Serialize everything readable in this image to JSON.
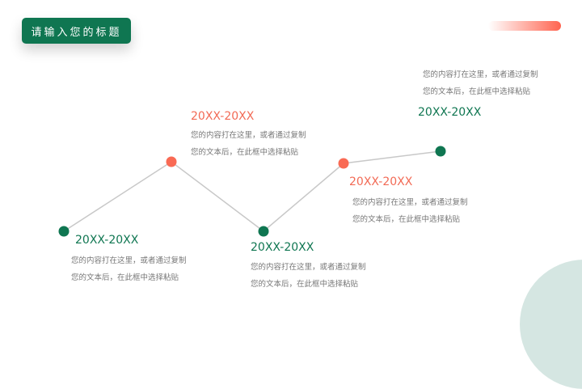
{
  "header": {
    "title": "请输入您的标题"
  },
  "colors": {
    "primary_green": "#0f7651",
    "accent_orange": "#f96a54",
    "deco_circle": "#d5e6e2",
    "line": "#c8c8c8"
  },
  "timeline": [
    {
      "label": "20XX-20XX",
      "color": "green",
      "line1": "您的内容打在这里，或者通过复制",
      "line2": "您的文本后，在此框中选择粘贴"
    },
    {
      "label": "20XX-20XX",
      "color": "orange",
      "line1": "您的内容打在这里，或者通过复制",
      "line2": "您的文本后，在此框中选择粘贴"
    },
    {
      "label": "20XX-20XX",
      "color": "green",
      "line1": "您的内容打在这里，或者通过复制",
      "line2": "您的文本后，在此框中选择粘贴"
    },
    {
      "label": "20XX-20XX",
      "color": "orange",
      "line1": "您的内容打在这里，或者通过复制",
      "line2": "您的文本后，在此框中选择粘贴"
    },
    {
      "label": "20XX-20XX",
      "color": "green",
      "line1": "您的内容打在这里，或者通过复制",
      "line2": "您的文本后，在此框中选择粘贴"
    }
  ]
}
